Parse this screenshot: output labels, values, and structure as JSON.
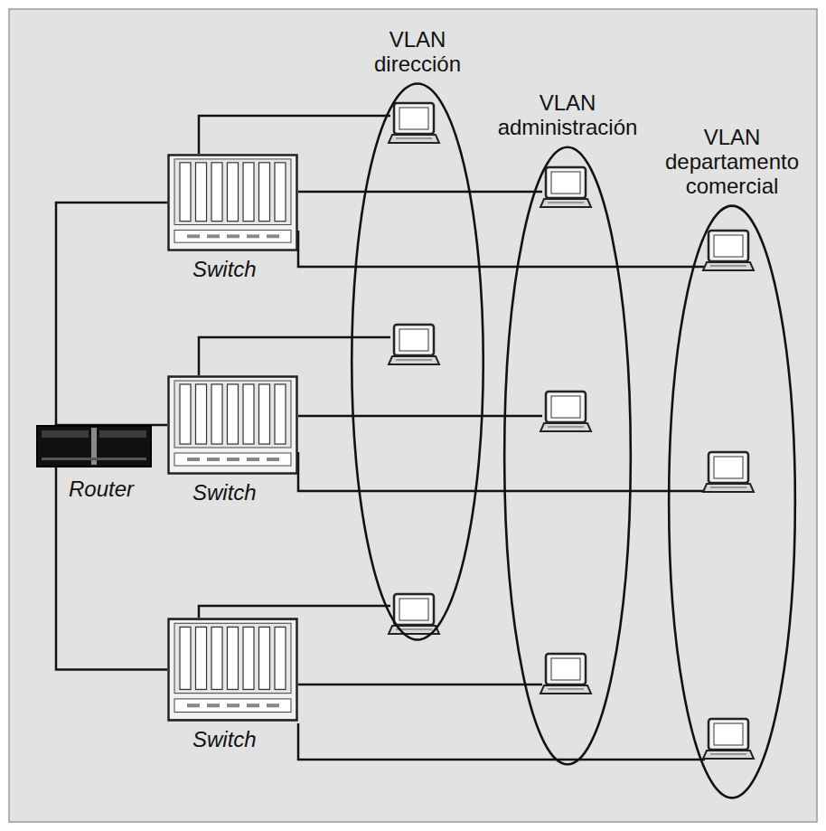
{
  "diagram": {
    "nodes": [
      {
        "text": [
          "VLAN dirección"
        ]
      },
      {
        "text": [
          "VLAN administración"
        ]
      },
      {
        "text": [
          "VLAN departamento comercial"
        ]
      },
      {
        "text": [
          "Switch"
        ]
      },
      {
        "text": [
          "Router"
        ]
      },
      {
        "text": [
          "Switch"
        ]
      },
      {
        "text": [
          "Switch"
        ]
      }
    ],
    "edges": [
      {
        "from": 4,
        "to": 3,
        "arrow": "none"
      },
      {
        "from": 4,
        "to": 5,
        "arrow": "none"
      },
      {
        "from": 4,
        "to": 6,
        "arrow": "none"
      }
    ]
  }
}
